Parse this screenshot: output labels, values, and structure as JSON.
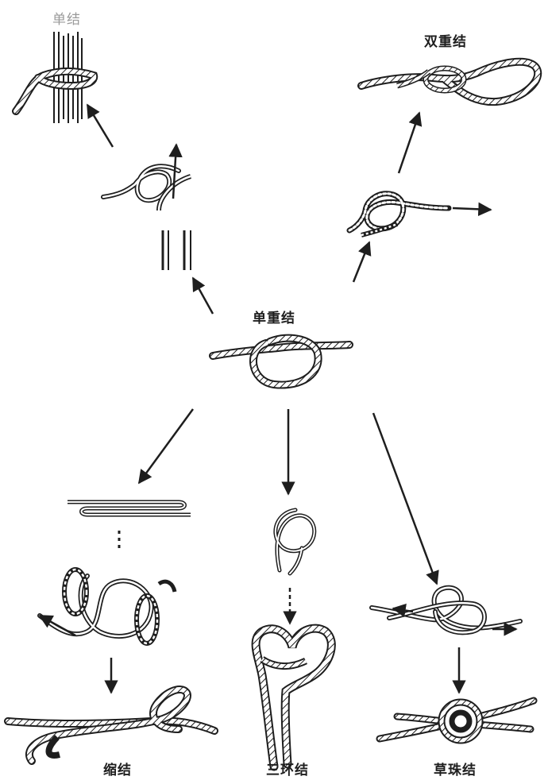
{
  "labels": {
    "top_left": "单结",
    "top_right": "双重结",
    "center": "单重结",
    "bottom_left": "缩结",
    "bottom_middle": "三环结",
    "bottom_right": "草珠结"
  },
  "colors": {
    "ink": "#1e1e1e",
    "rope_fill": "#ffffff",
    "background": "#ffffff",
    "faded_ink": "#9a9a9a"
  }
}
